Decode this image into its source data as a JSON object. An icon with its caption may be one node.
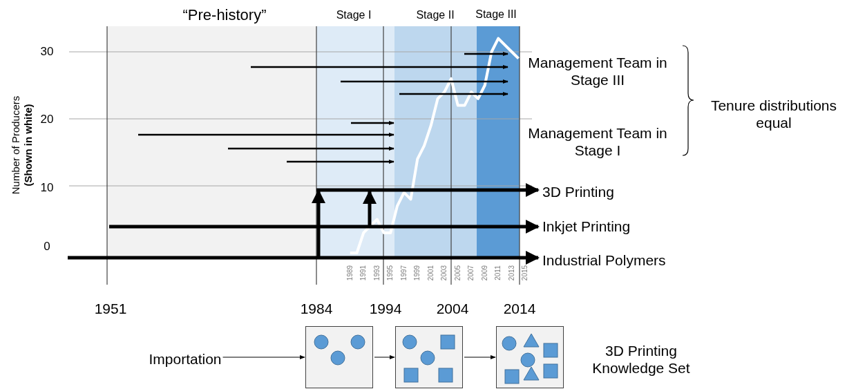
{
  "diagram": {
    "nodes": [
      {
        "text": [
          "3D Printing"
        ]
      },
      {
        "text": [
          "Inkjet Printing"
        ]
      },
      {
        "text": [
          "Industrial Polymers"
        ]
      },
      {
        "text": [
          "Importation"
        ]
      },
      {
        "text": [],
        "shape": "box"
      },
      {
        "text": [],
        "shape": "box"
      },
      {
        "text": [],
        "shape": "box"
      }
    ],
    "edges": [
      {
        "from": null,
        "to": 0,
        "arrow": "to",
        "style": "thick"
      },
      {
        "from": null,
        "to": 1,
        "arrow": "to",
        "style": "thick"
      },
      {
        "from": null,
        "to": 2,
        "arrow": "to",
        "style": "thick"
      },
      {
        "from": 3,
        "to": 4,
        "arrow": "to"
      },
      {
        "from": 4,
        "to": 5,
        "arrow": "to"
      },
      {
        "from": 5,
        "to": 6,
        "arrow": "to"
      }
    ],
    "labels": [
      "“Pre-history”",
      "Stage I",
      "Stage II",
      "Stage III",
      "30",
      "Management Team in Stage III",
      "Number of Producers **(Shown in white)**",
      "20",
      "Tenure distributions equal",
      "Management Team in Stage I",
      "10",
      "0",
      "1989",
      "1991",
      "1993",
      "1995",
      "1997",
      "1999",
      "2001",
      "2003",
      "2005",
      "2007",
      "2009",
      "2011",
      "2013",
      "2015",
      "1951",
      "1984",
      "1994",
      "2004",
      "2014",
      "3D Printing Knowledge Set"
    ]
  }
}
